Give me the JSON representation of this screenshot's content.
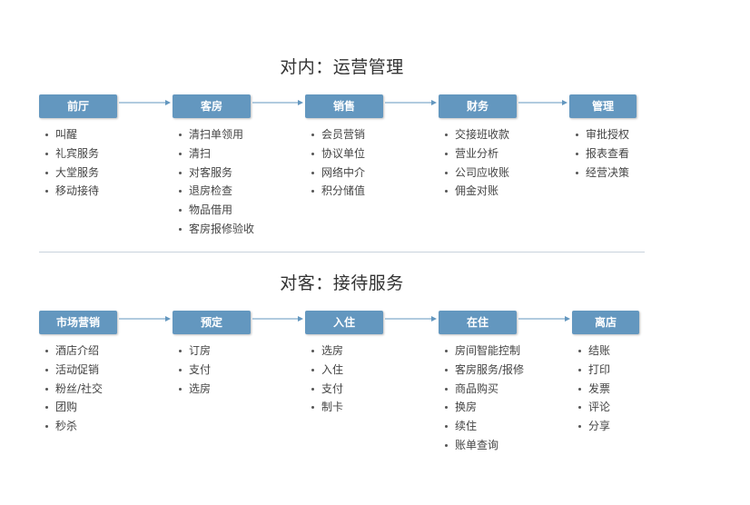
{
  "colors": {
    "box_fill": "#6397bf",
    "box_text": "#ffffff",
    "arrow": "#6397bf",
    "divider": "#c8d3dc"
  },
  "sections": [
    {
      "title": "对内：运营管理",
      "steps": [
        {
          "label": "前厅",
          "items": [
            "叫醒",
            "礼宾服务",
            "大堂服务",
            "移动接待"
          ]
        },
        {
          "label": "客房",
          "items": [
            "清扫单领用",
            "清扫",
            "对客服务",
            "退房检查",
            "物品借用",
            "客房报修验收"
          ]
        },
        {
          "label": "销售",
          "items": [
            "会员营销",
            "协议单位",
            "网络中介",
            "积分储值"
          ]
        },
        {
          "label": "财务",
          "items": [
            "交接班收款",
            "营业分析",
            "公司应收账",
            "佣金对账"
          ]
        },
        {
          "label": "管理",
          "items": [
            "审批授权",
            "报表查看",
            "经营决策"
          ]
        }
      ]
    },
    {
      "title": "对客：接待服务",
      "steps": [
        {
          "label": "市场营销",
          "items": [
            "酒店介绍",
            "活动促销",
            "粉丝/社交",
            "团购",
            "秒杀"
          ]
        },
        {
          "label": "预定",
          "items": [
            "订房",
            "支付",
            "选房"
          ]
        },
        {
          "label": "入住",
          "items": [
            "选房",
            "入住",
            "支付",
            "制卡"
          ]
        },
        {
          "label": "在住",
          "items": [
            "房间智能控制",
            "客房服务/报修",
            "商品购买",
            "换房",
            "续住",
            "账单查询"
          ]
        },
        {
          "label": "离店",
          "items": [
            "结账",
            "打印",
            "发票",
            "评论",
            "分享"
          ]
        }
      ]
    }
  ]
}
